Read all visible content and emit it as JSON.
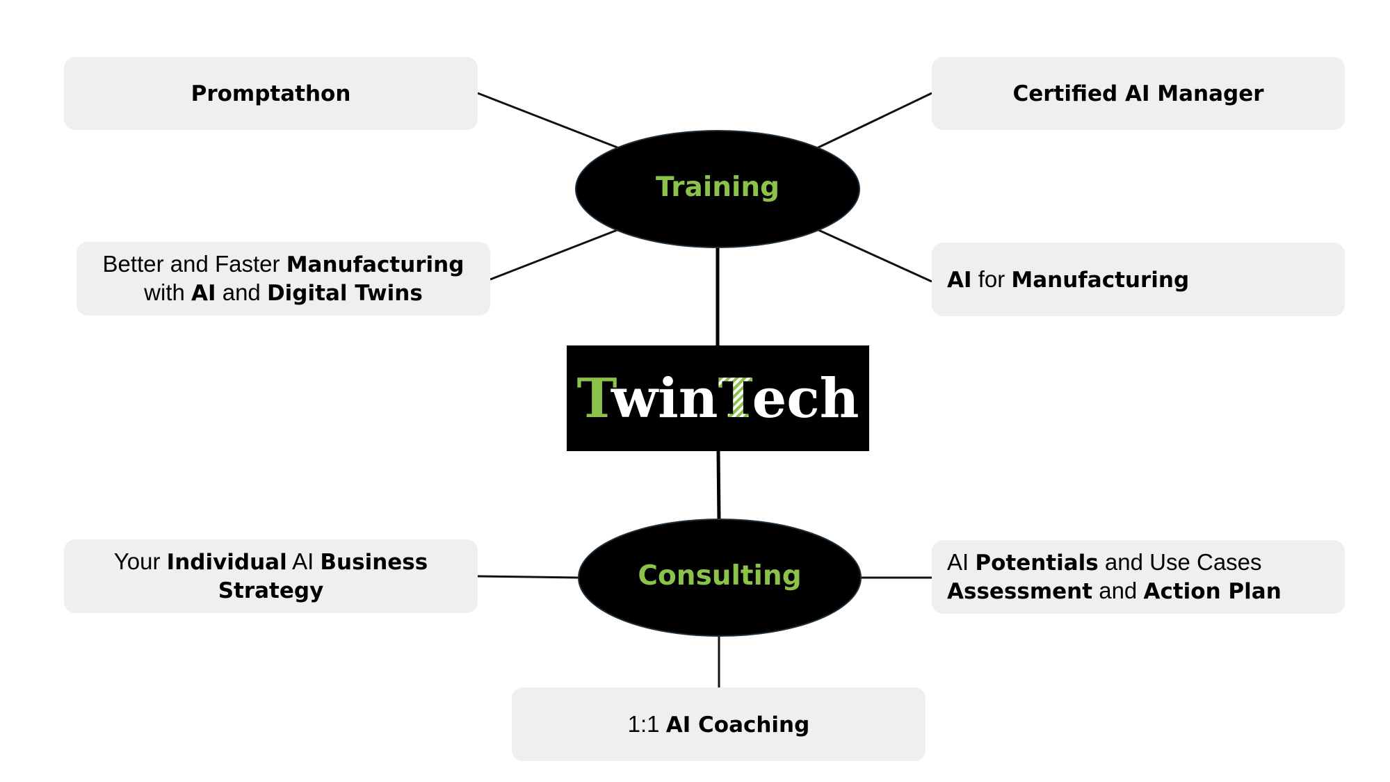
{
  "colors": {
    "hub_fill": "#000000",
    "hub_text": "#8bc34a",
    "box_fill": "#efefef",
    "logo_accent": "#8bc34a"
  },
  "logo": {
    "part1": "T",
    "part2": "win",
    "part3": "T",
    "part4": "ech"
  },
  "hubs": {
    "training": "Training",
    "consulting": "Consulting"
  },
  "training_items": {
    "promptathon": "Promptathon",
    "certified": "Certified AI Manager",
    "better_faster": {
      "l1_a": "Better and Faster ",
      "l1_b": "Manufacturing",
      "l2_a": "with ",
      "l2_b": "AI",
      "l2_c": " and ",
      "l2_d": "Digital Twins"
    },
    "ai_manufacturing": {
      "a": "AI",
      "b": " for ",
      "c": "Manufacturing"
    }
  },
  "consulting_items": {
    "strategy": {
      "l1_a": "Your ",
      "l1_b": "Individual",
      "l1_c": " AI ",
      "l1_d": "Business",
      "l2_a": "Strategy"
    },
    "potentials": {
      "l1_a": "AI ",
      "l1_b": "Potentials",
      "l1_c": " and Use Cases",
      "l2_a": "Assessment",
      "l2_b": " and ",
      "l2_c": "Action Plan"
    },
    "coaching": {
      "a": "1:1 ",
      "b": "AI Coaching"
    }
  }
}
